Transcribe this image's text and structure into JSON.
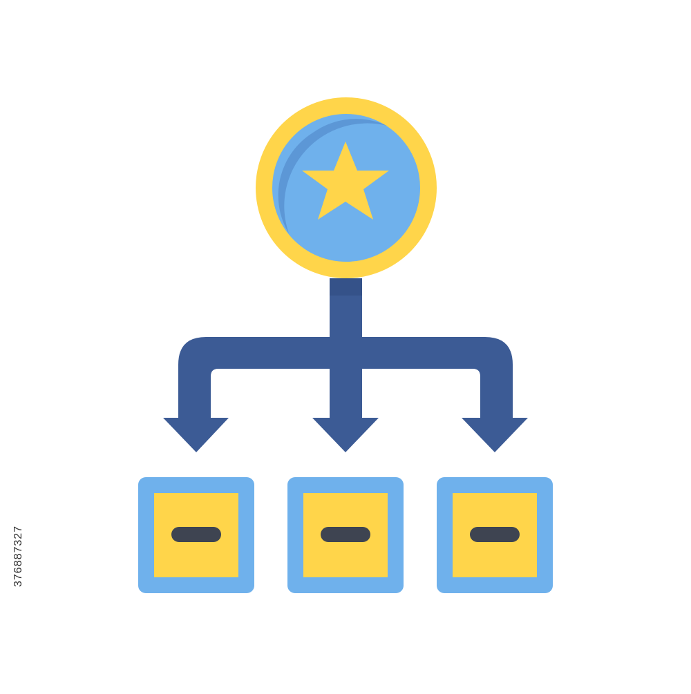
{
  "diagram": {
    "type": "hierarchy-icon",
    "root": {
      "shape": "circle",
      "symbol": "star-icon"
    },
    "connector": {
      "branches": 3,
      "style": "arrows-down"
    },
    "children": [
      {
        "shape": "square",
        "symbol": "minus-icon"
      },
      {
        "shape": "square",
        "symbol": "minus-icon"
      },
      {
        "shape": "square",
        "symbol": "minus-icon"
      }
    ],
    "colors": {
      "background": "#ffffff",
      "gold": "#ffd54a",
      "light_blue": "#6fb1ec",
      "mid_blue": "#5c97d6",
      "dark_blue": "#3c5b95",
      "bar": "#3e4451"
    }
  },
  "watermark": {
    "stock_id": "376887327"
  }
}
